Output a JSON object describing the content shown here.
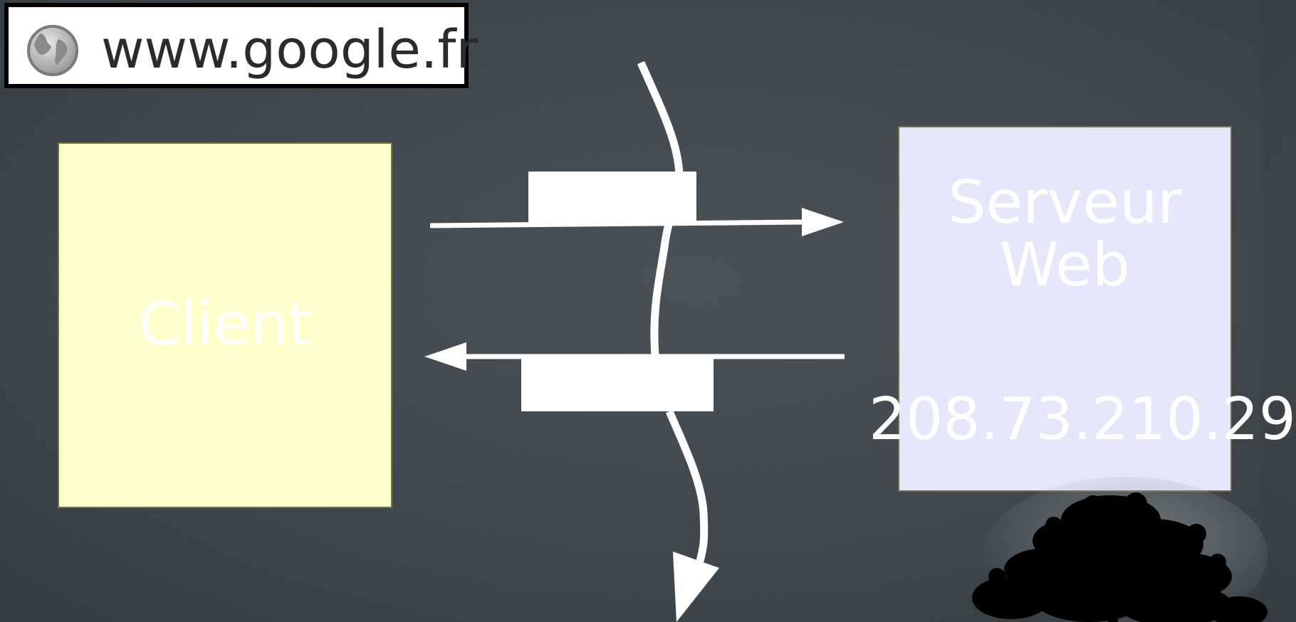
{
  "url_bar": {
    "icon": "globe-icon",
    "url": "www.google.fr"
  },
  "client": {
    "label": "Client",
    "color": "#ffffcc"
  },
  "server": {
    "label_line1": "Serveur",
    "label_line2": "Web",
    "ip": "208.73.210.29",
    "color": "#e6e6fa"
  },
  "colors": {
    "background": "#42494e",
    "arrows": "#ffffff",
    "packets": "#ffffff"
  }
}
